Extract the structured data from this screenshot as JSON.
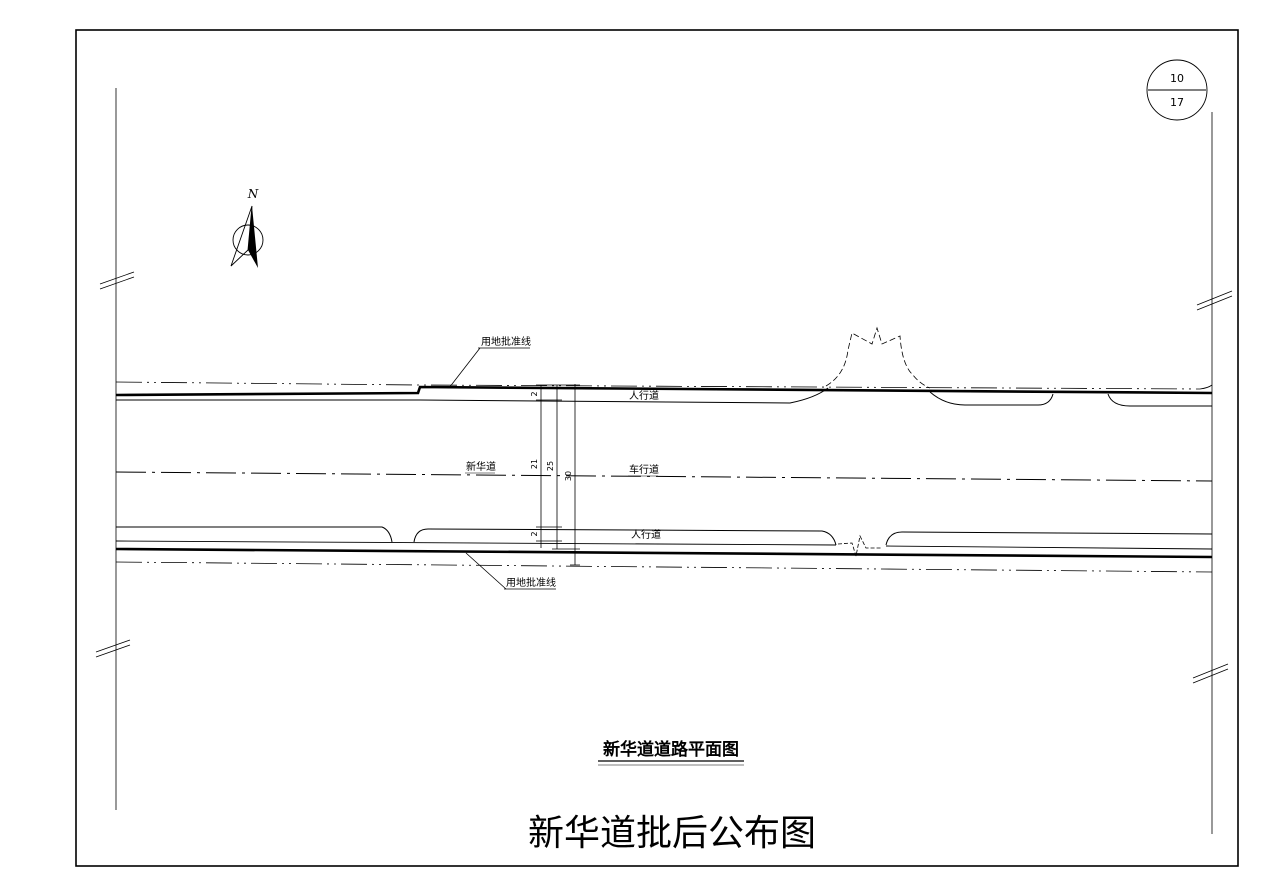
{
  "sheet": {
    "number": "10",
    "total": "17"
  },
  "north_arrow": {
    "label": "N"
  },
  "labels": {
    "land_line_top": "用地批准线",
    "land_line_bottom": "用地批准线",
    "road_name": "新华道",
    "carriageway": "车行道",
    "sidewalk_top": "人行道",
    "sidewalk_bottom": "人行道"
  },
  "dimensions": {
    "sidewalk_top": "2",
    "carriageway_width": "21",
    "red_line_width": "25",
    "land_width": "30",
    "sidewalk_bottom": "2"
  },
  "titles": {
    "plan_title": "新华道道路平面图",
    "main_title": "新华道批后公布图"
  },
  "colors": {
    "line": "#000000",
    "background": "#ffffff"
  }
}
